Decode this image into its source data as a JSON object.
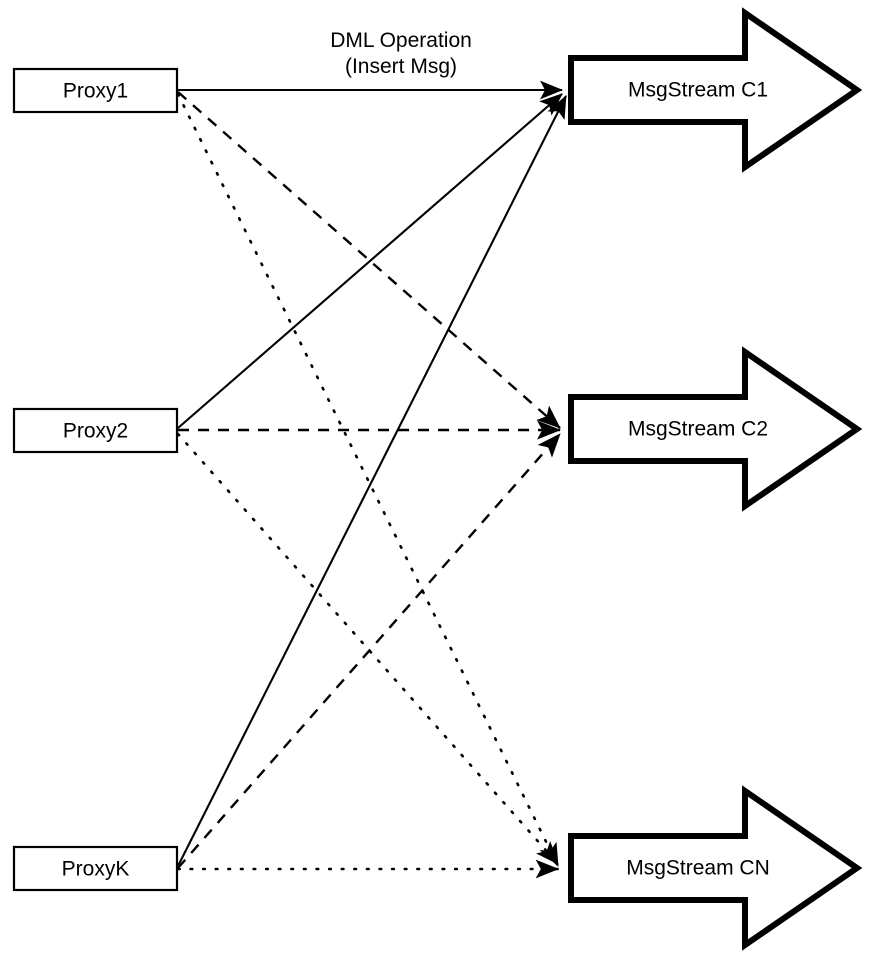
{
  "diagram": {
    "title_caption": {
      "line1": "DML Operation",
      "line2": "(Insert Msg)"
    },
    "colors": {
      "background": "#ffffff",
      "stroke": "#000000",
      "fill": "#ffffff"
    },
    "proxies": [
      {
        "id": "proxy1",
        "label": "Proxy1"
      },
      {
        "id": "proxy2",
        "label": "Proxy2"
      },
      {
        "id": "proxyK",
        "label": "ProxyK"
      }
    ],
    "streams": [
      {
        "id": "c1",
        "label": "MsgStream C1",
        "line_style": "solid"
      },
      {
        "id": "c2",
        "label": "MsgStream C2",
        "line_style": "dashed"
      },
      {
        "id": "cn",
        "label": "MsgStream CN",
        "line_style": "dotted"
      }
    ],
    "connections": [
      {
        "from": "Proxy1",
        "to": "MsgStream C1",
        "style": "solid"
      },
      {
        "from": "Proxy1",
        "to": "MsgStream C2",
        "style": "dashed"
      },
      {
        "from": "Proxy1",
        "to": "MsgStream CN",
        "style": "dotted"
      },
      {
        "from": "Proxy2",
        "to": "MsgStream C1",
        "style": "solid"
      },
      {
        "from": "Proxy2",
        "to": "MsgStream C2",
        "style": "dashed"
      },
      {
        "from": "Proxy2",
        "to": "MsgStream CN",
        "style": "dotted"
      },
      {
        "from": "ProxyK",
        "to": "MsgStream C1",
        "style": "solid"
      },
      {
        "from": "ProxyK",
        "to": "MsgStream C2",
        "style": "dashed"
      },
      {
        "from": "ProxyK",
        "to": "MsgStream CN",
        "style": "dotted"
      }
    ]
  }
}
